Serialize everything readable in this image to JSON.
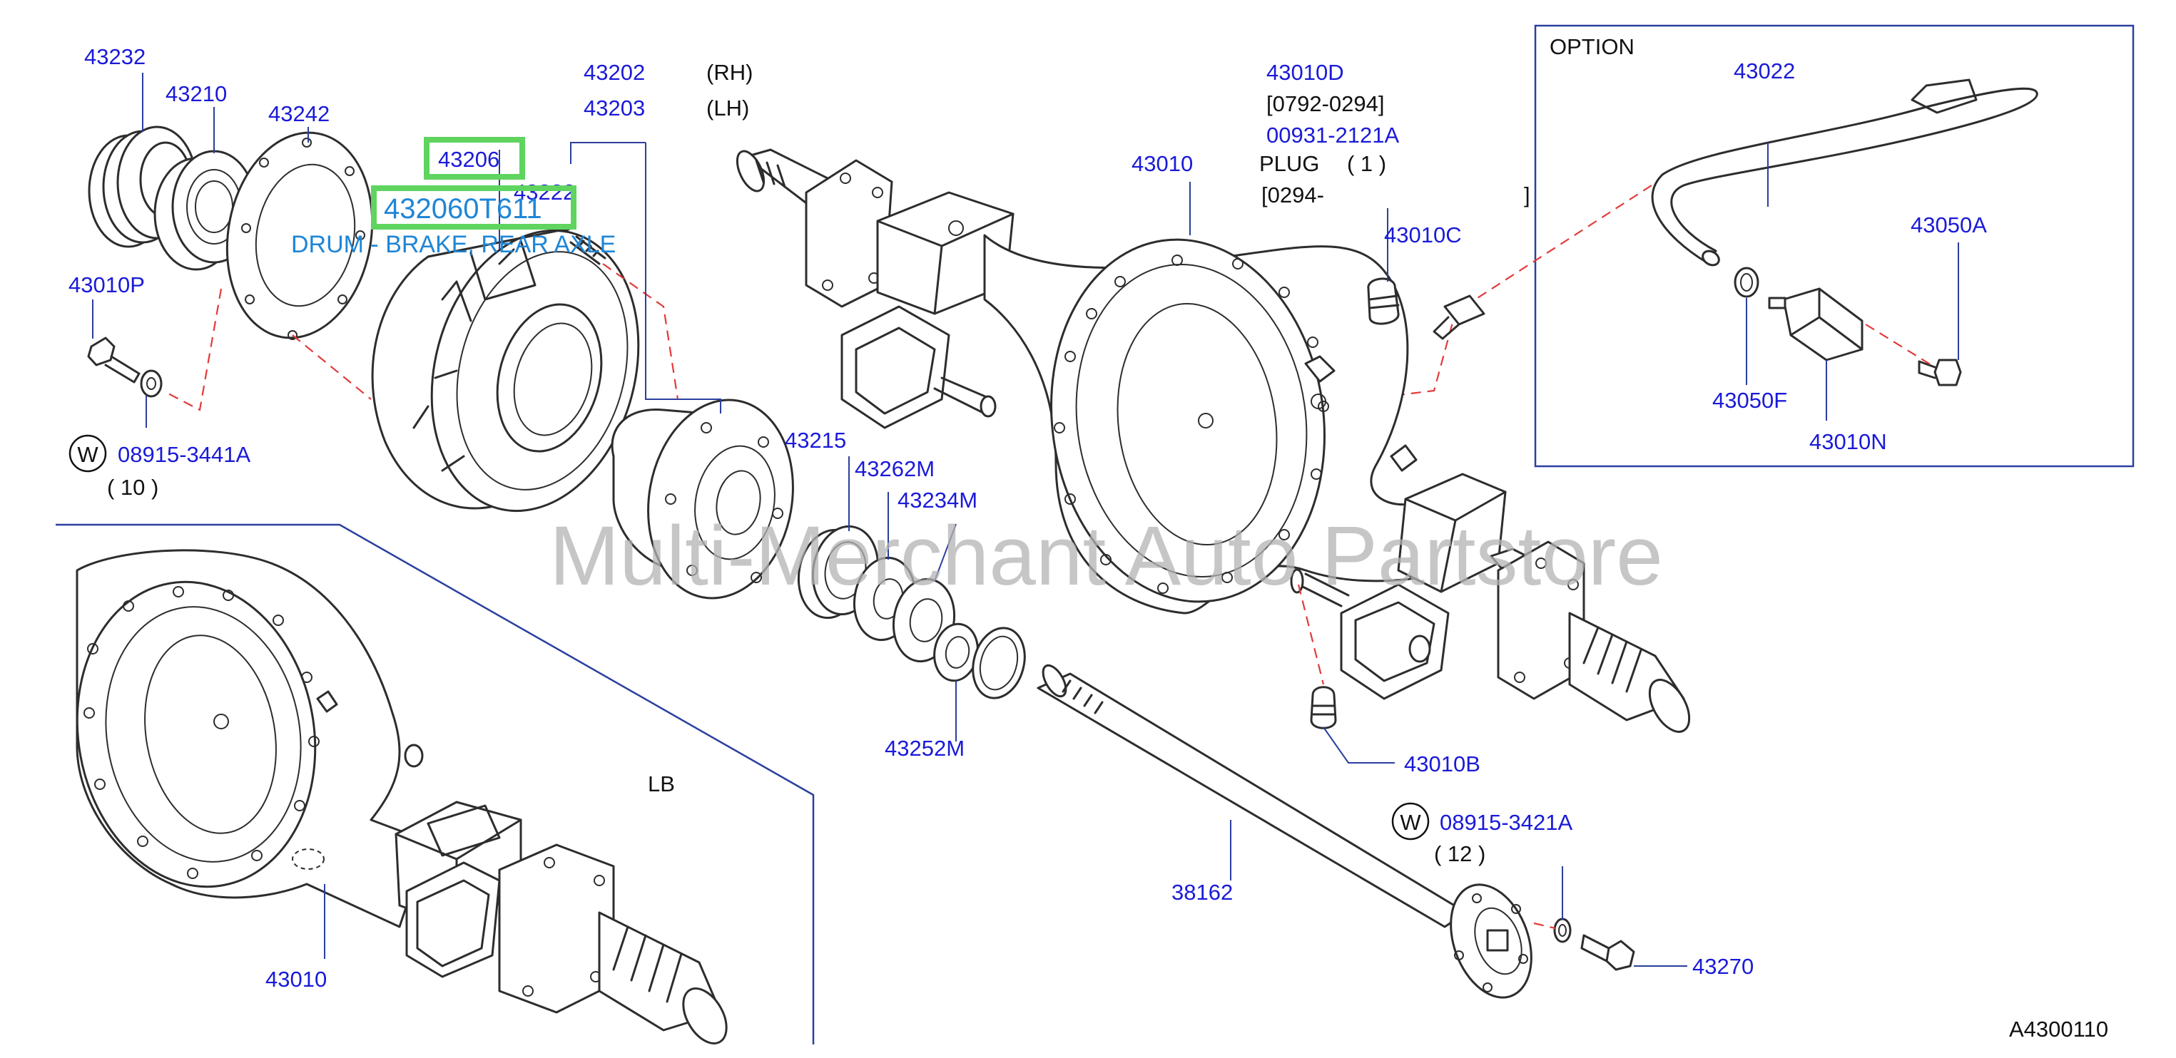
{
  "watermark": "Multi-Merchant Auto Partstore",
  "diagram_code": "A4300110",
  "option_box": {
    "title": "OPTION"
  },
  "inset": {
    "title": "LB"
  },
  "highlight": {
    "part": "43206",
    "code": "432060T611",
    "description": "DRUM - BRAKE, REAR AXLE",
    "colors": {
      "box_border": "#5fd45f",
      "text": "#1f86d6"
    }
  },
  "colors": {
    "part_number": "#1a1ad8",
    "leader": "#2a3f9e",
    "dashed_line": "#e23a3a",
    "drawing": "#2d2d2d"
  },
  "parts": {
    "p43232": "43232",
    "p43210": "43210",
    "p43242": "43242",
    "p43202": "43202",
    "p43202_side": "(RH)",
    "p43203": "43203",
    "p43203_side": "(LH)",
    "p43222": "43222",
    "p43010P": "43010P",
    "w1_symbol": "W",
    "p08915_3441A": "08915-3441A",
    "p08915_3441A_qty": "( 10 )",
    "p43010_main": "43010",
    "p43010D": "43010D",
    "p43010D_range": "[0792-0294]",
    "p00931": "00931-2121A",
    "plug_label": "PLUG",
    "plug_qty": "( 1 )",
    "plug_range_start": "[0294-",
    "plug_range_end": "]",
    "p43010C": "43010C",
    "p43215": "43215",
    "p43262M": "43262M",
    "p43234M": "43234M",
    "p43252M": "43252M",
    "p43010B": "43010B",
    "w2_symbol": "W",
    "p08915_3421A": "08915-3421A",
    "p08915_3421A_qty": "( 12 )",
    "p38162": "38162",
    "p43270": "43270",
    "p43010_lb": "43010",
    "p43022": "43022",
    "p43050A": "43050A",
    "p43050F": "43050F",
    "p43010N": "43010N"
  }
}
